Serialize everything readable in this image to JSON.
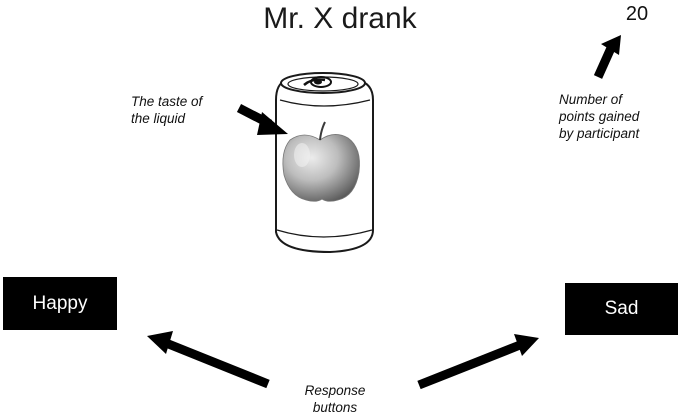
{
  "stimulus": {
    "sentence": "Mr. X drank",
    "score": "20",
    "image_icon": "soda-can-with-apple-icon"
  },
  "annotations": {
    "taste": [
      "The taste of",
      "the liquid"
    ],
    "points": [
      "Number of",
      "points gained",
      "by participant"
    ],
    "response": [
      "Response",
      "buttons"
    ]
  },
  "buttons": {
    "happy_label": "Happy",
    "sad_label": "Sad"
  },
  "colors": {
    "background": "#ffffff",
    "button_fill": "#000000",
    "button_text": "#ffffff",
    "arrow": "#000000"
  }
}
